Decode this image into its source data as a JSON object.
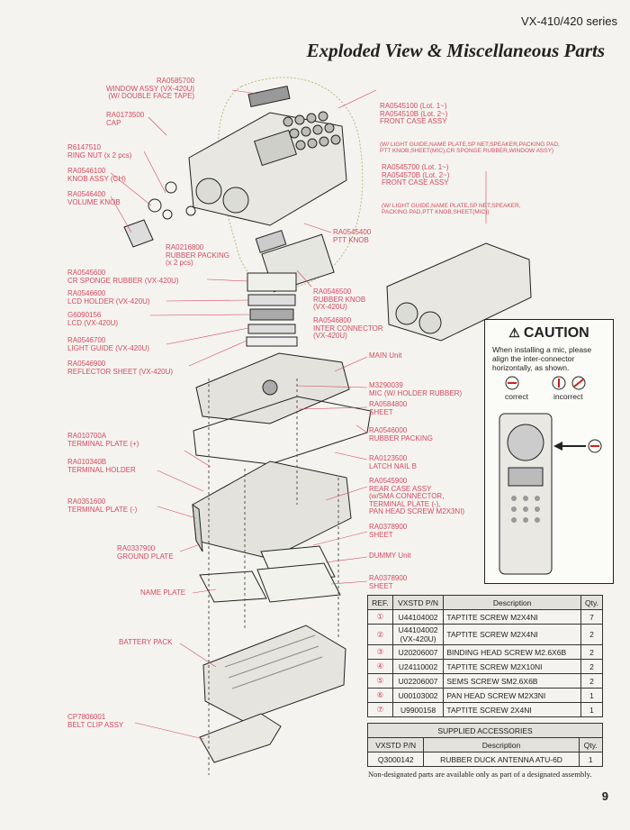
{
  "header": {
    "series": "VX-410/420 series",
    "title": "Exploded View & Miscellaneous Parts"
  },
  "labels": {
    "window": [
      "RA0585700",
      "WINDOW ASSY (VX-420U)",
      "(W/ DOUBLE FACE TAPE)"
    ],
    "cap": [
      "RA0173500",
      "CAP"
    ],
    "ring_nut": [
      "R6147510",
      "RING NUT (x 2 pcs)"
    ],
    "knob_assy": [
      "RA0546100",
      "KNOB ASSY (CH)"
    ],
    "volume_knob": [
      "RA0546400",
      "VOLUME KNOB"
    ],
    "rubber_packing_2": [
      "RA0216800",
      "RUBBER PACKING",
      "(x 2 pcs)"
    ],
    "cr_sponge": [
      "RA0545600",
      "CR SPONGE RUBBER (VX-420U)"
    ],
    "lcd_holder": [
      "RA0546600",
      "LCD HOLDER (VX-420U)"
    ],
    "lcd": [
      "G6090156",
      "LCD (VX-420U)"
    ],
    "light_guide": [
      "RA0546700",
      "LIGHT GUIDE (VX-420U)"
    ],
    "reflector": [
      "RA0546900",
      "REFLECTOR SHEET (VX-420U)"
    ],
    "terminal_plate_plus": [
      "RA010700A",
      "TERMINAL PLATE (+)"
    ],
    "terminal_holder": [
      "RA010340B",
      "TERMINAL HOLDER"
    ],
    "terminal_plate_minus": [
      "RA0351600",
      "TERMINAL PLATE (-)"
    ],
    "ground_plate": [
      "RA0337900",
      "GROUND PLATE"
    ],
    "name_plate": [
      "NAME PLATE"
    ],
    "battery_pack": [
      "BATTERY PACK"
    ],
    "belt_clip": [
      "CP7806001",
      "BELT CLIP ASSY"
    ],
    "front_case_420": [
      "RA0545100 (Lot. 1~)",
      "RA054510B (Lot. 2~)",
      "FRONT CASE ASSY"
    ],
    "front_case_420_sub": [
      "(W/ LIGHT GUIDE,NAME PLATE,SP NET,SPEAKER,PACKING PAD,",
      "PTT KNOB,SHEET(MIC),CR SPONGE RUBBER,WINDOW ASSY)"
    ],
    "front_case_410": [
      "RA0545700 (Lot. 1~)",
      "RA054570B (Lot. 2~)",
      "FRONT CASE ASSY"
    ],
    "front_case_410_sub": [
      "(W/ LIGHT GUIDE,NAME PLATE,SP NET,SPEAKER,",
      "PACKING PAD,PTT KNOB,SHEET(MIC))"
    ],
    "ptt_knob": [
      "RA0545400",
      "PTT KNOB"
    ],
    "rubber_knob": [
      "RA0546500",
      "RUBBER KNOB",
      "(VX-420U)"
    ],
    "inter_connector": [
      "RA0546800",
      "INTER CONNECTOR",
      "(VX-420U)"
    ],
    "main_unit": [
      "MAIN Unit"
    ],
    "mic": [
      "M3290039",
      "MIC (W/ HOLDER RUBBER)"
    ],
    "sheet_1": [
      "RA0584800",
      "SHEET"
    ],
    "rubber_packing": [
      "RA0546000",
      "RUBBER PACKING"
    ],
    "latch_nail": [
      "RA0123500",
      "LATCH NAIL B"
    ],
    "rear_case": [
      "RA0545900",
      "REAR CASE ASSY",
      "(w/SMA CONNECTOR,",
      "TERMINAL PLATE (-),",
      "PAN HEAD SCREW M2X3NI)"
    ],
    "sheet_2": [
      "RA0378900",
      "SHEET"
    ],
    "dummy_unit": [
      "DUMMY Unit"
    ],
    "sheet_3": [
      "RA0378900",
      "SHEET"
    ]
  },
  "caution": {
    "title": "CAUTION",
    "body": "When installing a mic, please align the inter-connector horizontally, as shown.",
    "correct": "correct",
    "incorrect": "incorrect"
  },
  "parts_table": {
    "headers": [
      "REF.",
      "VXSTD P/N",
      "Description",
      "Qty."
    ],
    "rows": [
      {
        "ref": "①",
        "pn": "U44104002",
        "desc": "TAPTITE SCREW M2X4NI",
        "qty": "7"
      },
      {
        "ref": "②",
        "pn": "U44104002\n(VX-420U)",
        "desc": "TAPTITE SCREW M2X4NI",
        "qty": "2"
      },
      {
        "ref": "③",
        "pn": "U20206007",
        "desc": "BINDING HEAD SCREW M2.6X6B",
        "qty": "2"
      },
      {
        "ref": "④",
        "pn": "U24110002",
        "desc": "TAPTITE SCREW M2X10NI",
        "qty": "2"
      },
      {
        "ref": "⑤",
        "pn": "U02206007",
        "desc": "SEMS SCREW SM2.6X6B",
        "qty": "2"
      },
      {
        "ref": "⑥",
        "pn": "U00103002",
        "desc": "PAN HEAD SCREW M2X3NI",
        "qty": "1"
      },
      {
        "ref": "⑦",
        "pn": "U9900158",
        "desc": "TAPTITE SCREW 2X4NI",
        "qty": "1"
      }
    ]
  },
  "accessories": {
    "title": "SUPPLIED ACCESSORIES",
    "headers": [
      "VXSTD P/N",
      "Description",
      "Qty."
    ],
    "rows": [
      {
        "pn": "Q3000142",
        "desc": "RUBBER DUCK ANTENNA ATU-6D",
        "qty": "1"
      }
    ]
  },
  "note": "Non-designated parts are available only as part of a designated assembly.",
  "page_number": "9"
}
